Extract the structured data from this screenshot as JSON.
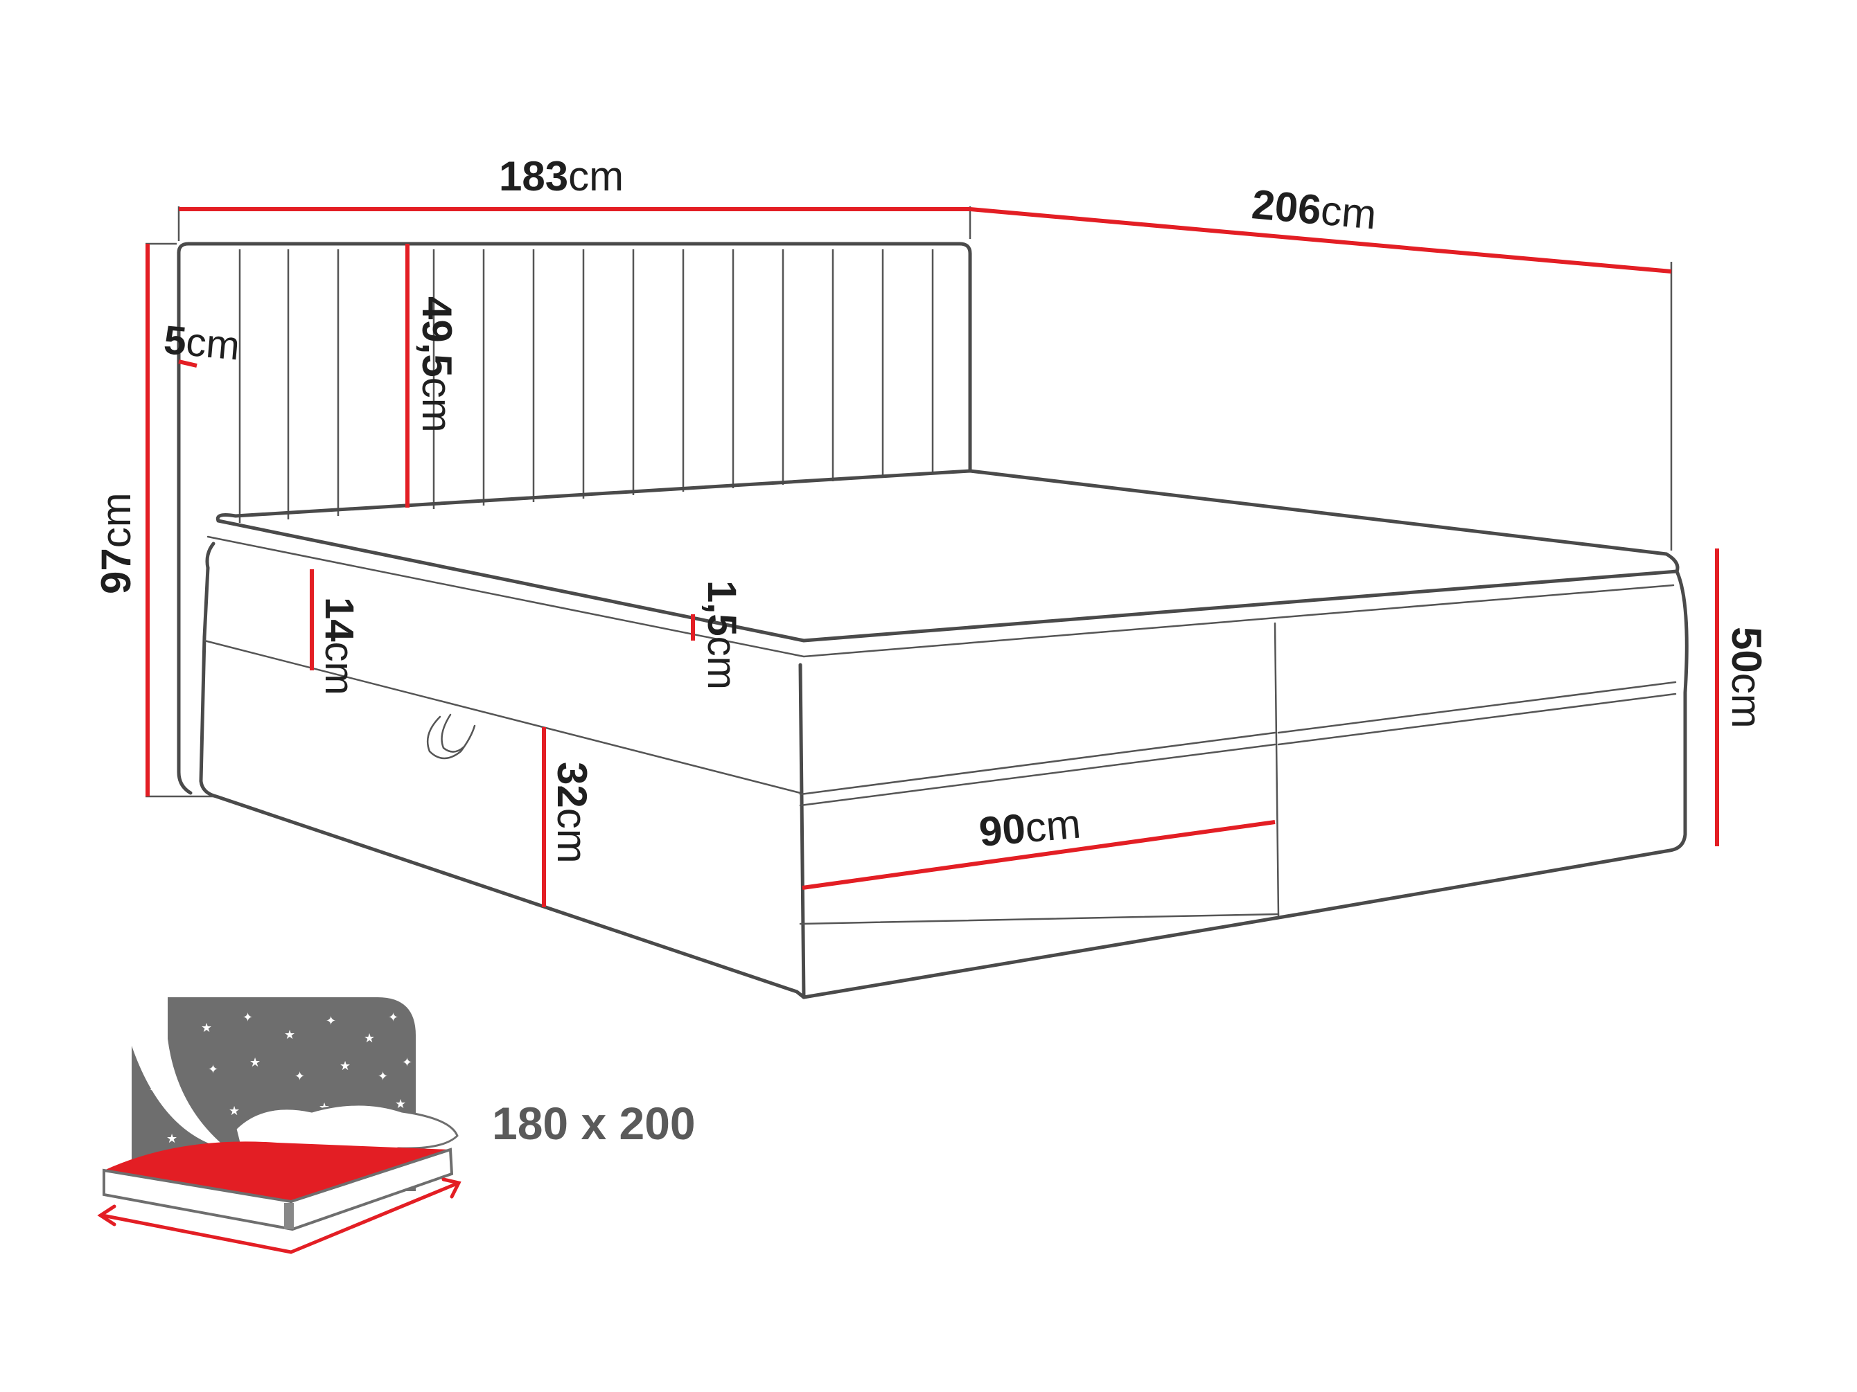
{
  "colors": {
    "accent": "#e31e24",
    "outline": "#4a4a4a",
    "headboard_icon": "#6e6e6e",
    "label_gray": "#5a5a5a"
  },
  "dimensions": {
    "width": {
      "value": "183",
      "unit": "cm"
    },
    "length": {
      "value": "206",
      "unit": "cm"
    },
    "headboard_height": {
      "value": "49,5",
      "unit": "cm"
    },
    "headboard_thick": {
      "value": "5",
      "unit": "cm"
    },
    "total_height": {
      "value": "97",
      "unit": "cm"
    },
    "topper": {
      "value": "14",
      "unit": "cm"
    },
    "topper_edge": {
      "value": "1,5",
      "unit": "cm"
    },
    "base_height": {
      "value": "50",
      "unit": "cm"
    },
    "drawer_height": {
      "value": "32",
      "unit": "cm"
    },
    "drawer_width": {
      "value": "90",
      "unit": "cm"
    }
  },
  "mattress_size": "180 x 200"
}
